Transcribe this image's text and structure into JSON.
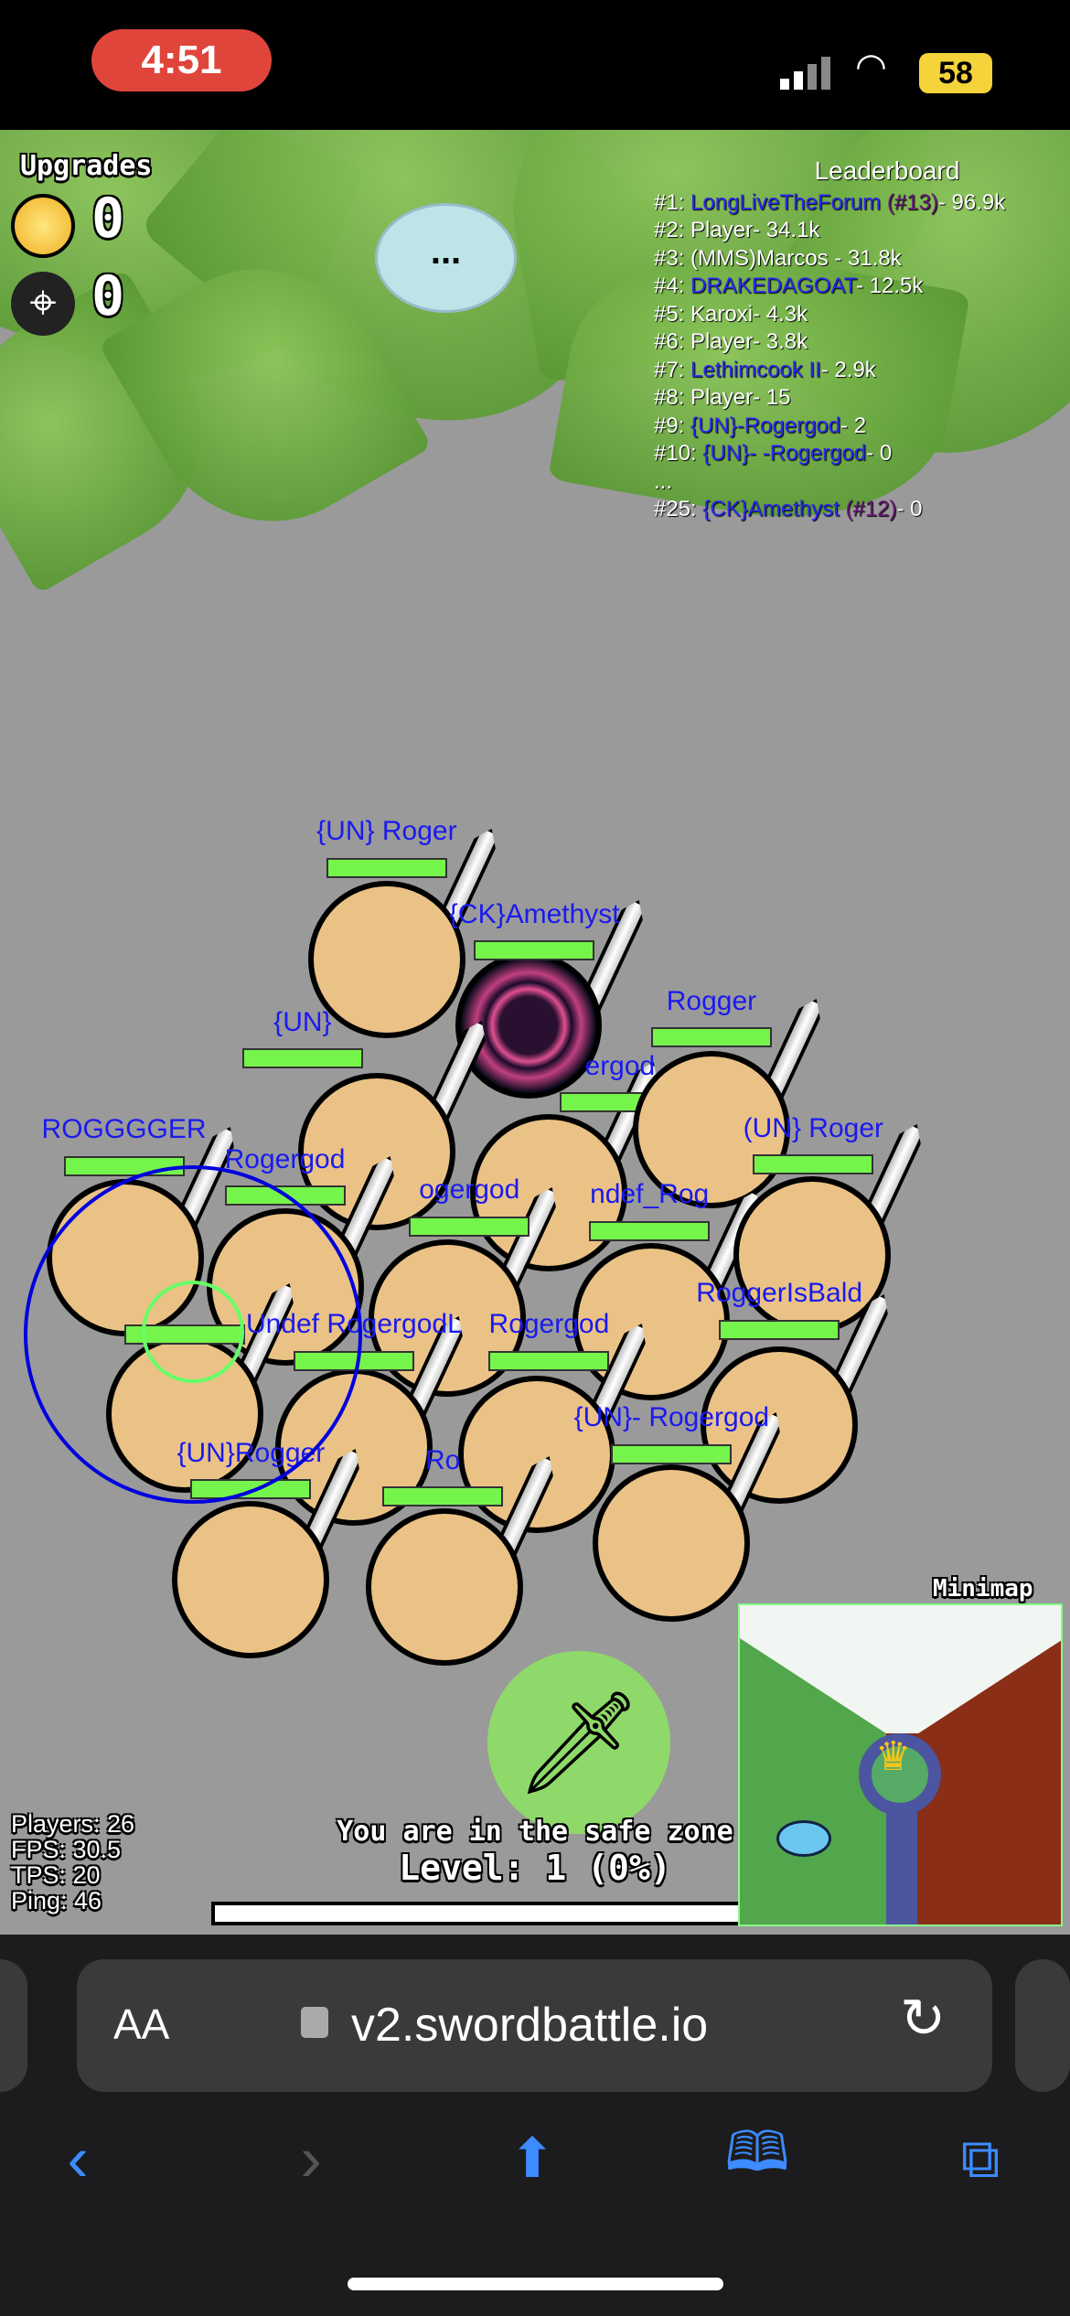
{
  "status_bar": {
    "time": "4:51",
    "battery": "58",
    "signal_icon": "cellular-signal-icon",
    "wifi_icon": "wifi-icon"
  },
  "hud": {
    "upgrades_title": "Upgrades",
    "coins": "0",
    "kills": "0",
    "leaderboard_title": "Leaderboard",
    "leaderboard": [
      {
        "rank": "#1: ",
        "name": "LongLiveTheForum",
        "tag": " (#13)",
        "score": "- 96.9k",
        "color": "blue"
      },
      {
        "rank": "#2: ",
        "name": "Player",
        "tag": "",
        "score": "- 34.1k",
        "color": "white"
      },
      {
        "rank": "#3: ",
        "name": "(MMS)Marcos ",
        "tag": "",
        "score": "- 31.8k",
        "color": "white"
      },
      {
        "rank": "#4: ",
        "name": "DRAKEDAGOAT",
        "tag": "",
        "score": "- 12.5k",
        "color": "blue"
      },
      {
        "rank": "#5: ",
        "name": "Karoxi",
        "tag": "",
        "score": "- 4.3k",
        "color": "white"
      },
      {
        "rank": "#6: ",
        "name": "Player",
        "tag": "",
        "score": "- 3.8k",
        "color": "white"
      },
      {
        "rank": "#7: ",
        "name": "Lethimcook II",
        "tag": "",
        "score": "- 2.9k",
        "color": "blue"
      },
      {
        "rank": "#8: ",
        "name": "Player",
        "tag": "",
        "score": "- 15",
        "color": "white"
      },
      {
        "rank": "#9: ",
        "name": "{UN}-Rogergod",
        "tag": "",
        "score": "- 2",
        "color": "blue"
      },
      {
        "rank": "#10: ",
        "name": "{UN}- -Rogergod",
        "tag": "",
        "score": "- 0",
        "color": "blue"
      },
      {
        "rank": "...",
        "name": "",
        "tag": "",
        "score": "",
        "color": "white"
      },
      {
        "rank": "#25: ",
        "name": "{CK}Amethyst",
        "tag": " (#12)",
        "score": "- 0",
        "color": "blue"
      }
    ],
    "stats": [
      "Players: 26",
      "FPS: 30.5",
      "TPS: 20",
      "Ping: 46"
    ],
    "safe_zone": "You are in the safe zone",
    "level": "Level: 1 (0%)",
    "level_progress": 0,
    "minimap_label": "Minimap",
    "chat_bubble": "..."
  },
  "players": [
    "{UN} Roger",
    "{CK}Amethyst",
    "{UN}",
    "ergod",
    "Rogger",
    "ROGGGGER",
    "Rogergod",
    "ogergod",
    "ndef_Rog",
    "(UN} Roger",
    "",
    "Undef RogergodL",
    "Rogergod",
    "RoggerIsBald",
    "{UN}Rogger",
    "Ro",
    "{UN}- Rogergod"
  ],
  "browser": {
    "text_size": "AA",
    "url": "v2.swordbattle.io"
  },
  "colors": {
    "player_name": "#1a1aee",
    "health": "#75f54b",
    "player_body": "#eac286",
    "safe_zone_ring": "#0000dd"
  }
}
